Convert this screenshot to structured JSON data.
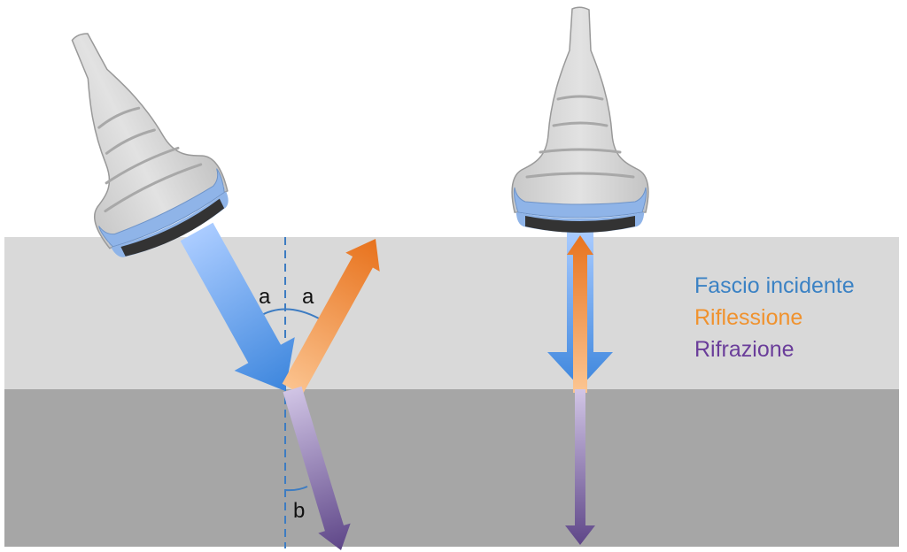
{
  "angle_labels": {
    "incident": "a",
    "reflected": "a",
    "refracted": "b"
  },
  "legend": [
    {
      "label": "Fascio incidente",
      "color": "#3b82c4"
    },
    {
      "label": "Riflessione",
      "color": "#f0922e"
    },
    {
      "label": "Rifrazione",
      "color": "#6a3d9a"
    }
  ],
  "colors": {
    "upper_medium": "#d9d9d9",
    "lower_medium": "#a6a6a6",
    "incident_beam": "#4a90e2",
    "reflection_beam": "#e8792a",
    "refraction_beam": "#6b5294",
    "probe_body": "#d4d4d4",
    "probe_band": "#8fb4e8",
    "probe_face": "#333333"
  }
}
